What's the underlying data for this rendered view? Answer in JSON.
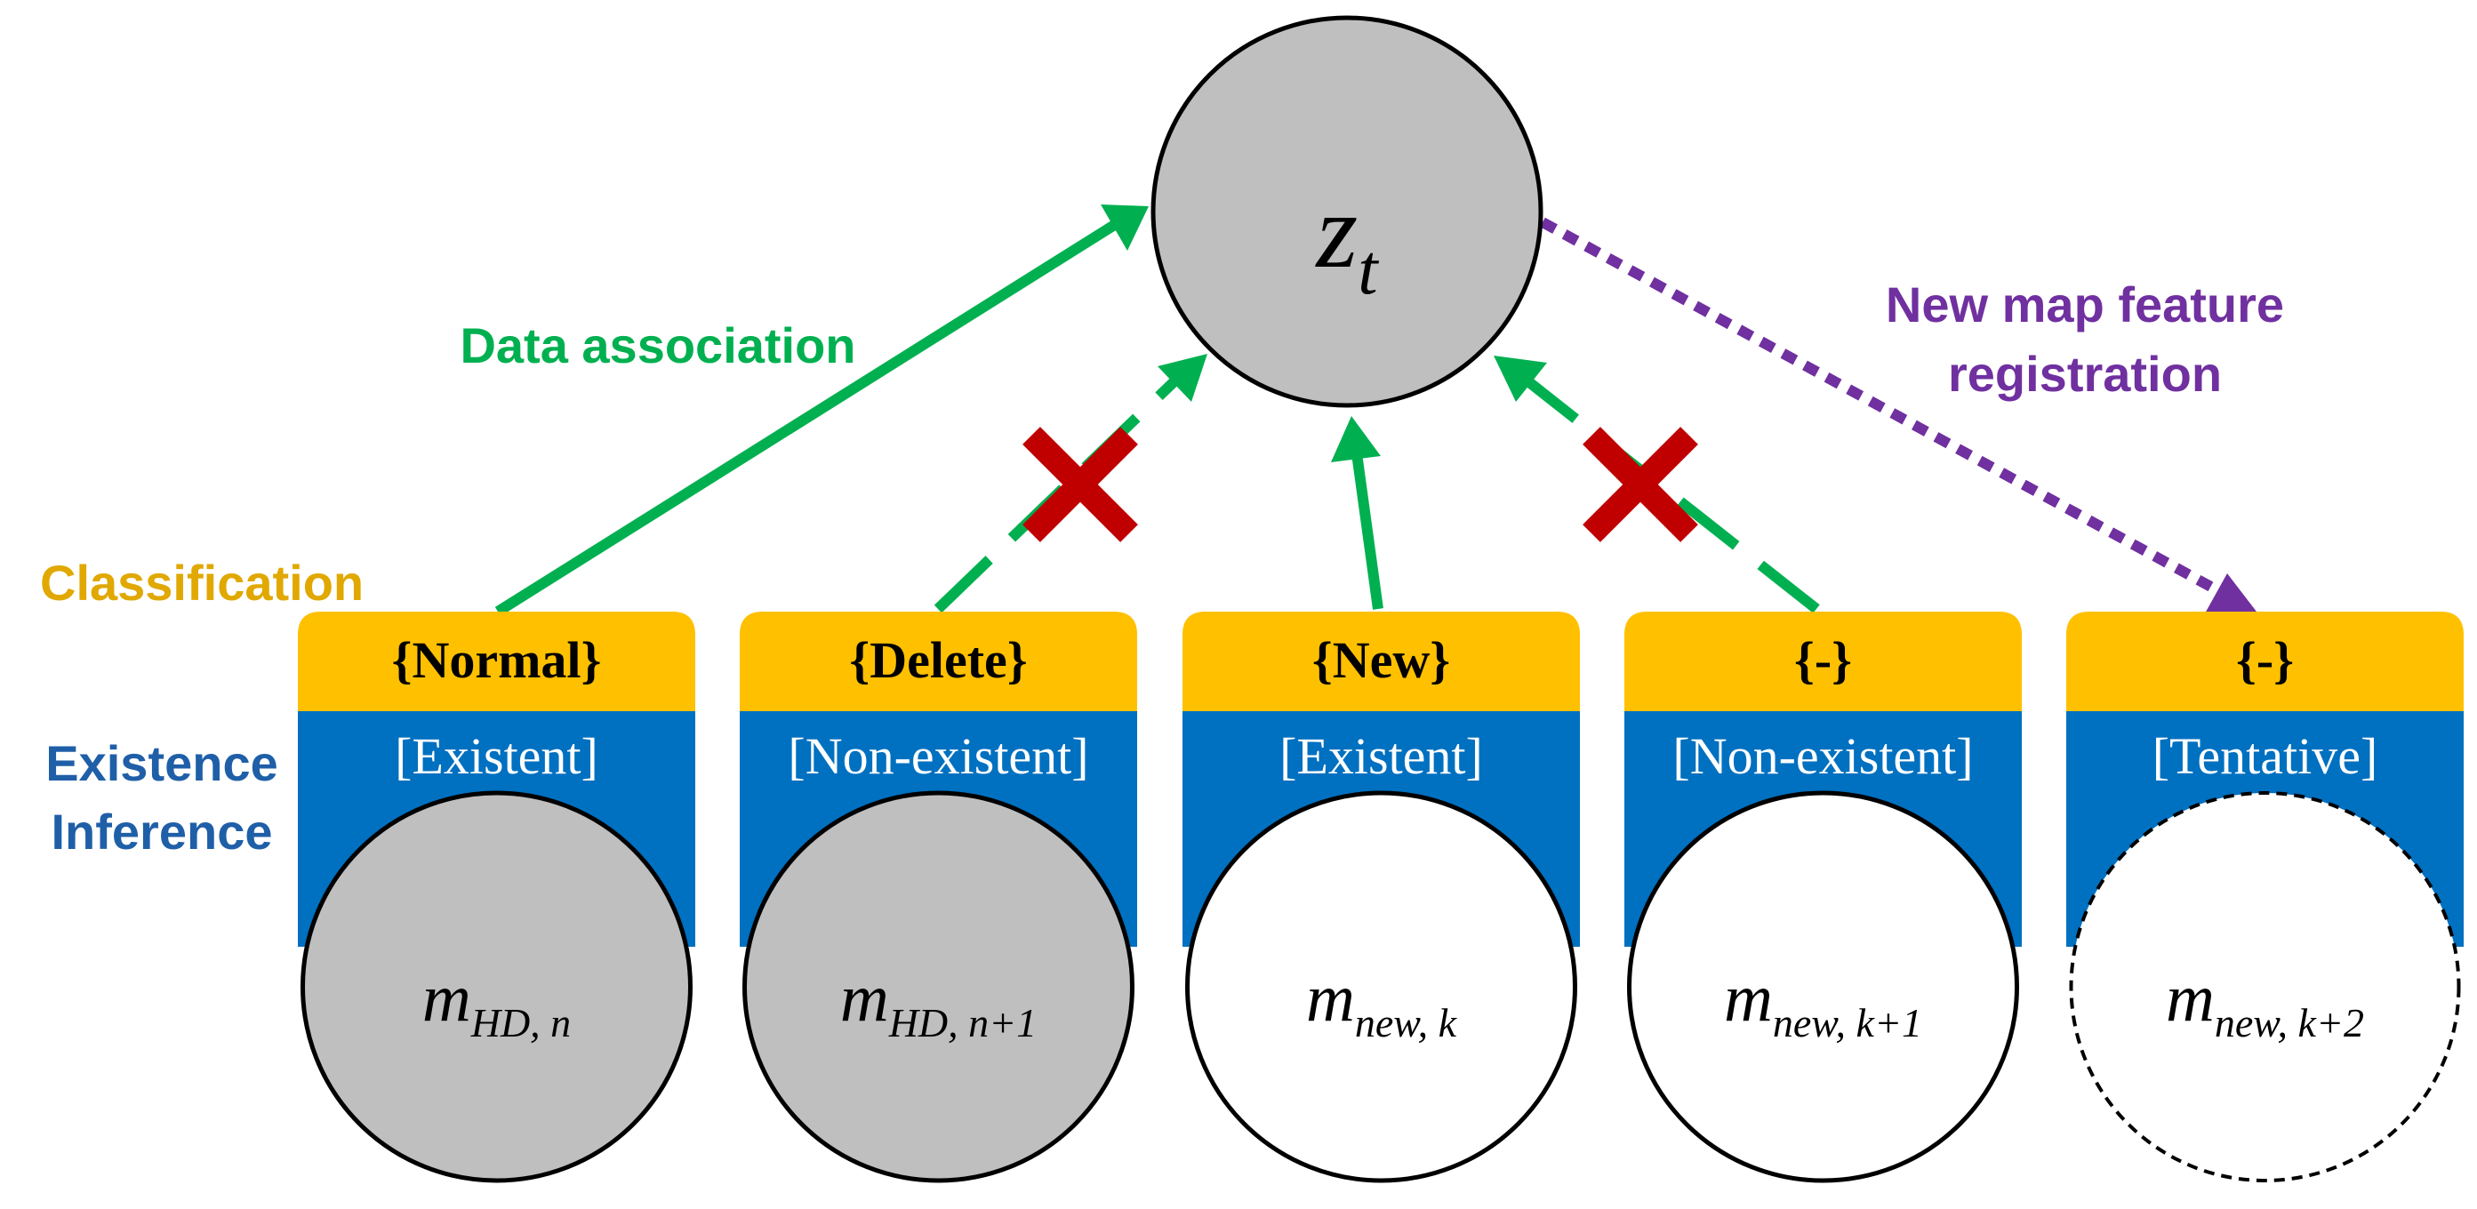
{
  "colors": {
    "green": "#00B050",
    "purple": "#7030A0",
    "gold": "#FFC000",
    "blue": "#0070C0",
    "red": "#C00000",
    "gray": "#BFBFBF",
    "label_gold": "#E0A800",
    "label_blue": "#1F5FA8"
  },
  "observation": {
    "base": "z",
    "sub": "t"
  },
  "annotations": {
    "data_association": "Data association",
    "new_map_feature_line1": "New map feature",
    "new_map_feature_line2": "registration",
    "classification": "Classification",
    "existence_line1": "Existence",
    "existence_line2": "Inference"
  },
  "columns": [
    {
      "classification": "{Normal}",
      "existence": "[Existent]",
      "feature_base": "m",
      "feature_sub": "HD, n",
      "fill": "gray",
      "border": "solid",
      "link": "association"
    },
    {
      "classification": "{Delete}",
      "existence": "[Non-existent]",
      "feature_base": "m",
      "feature_sub": "HD, n+1",
      "fill": "gray",
      "border": "solid",
      "link": "rejected"
    },
    {
      "classification": "{New}",
      "existence": "[Existent]",
      "feature_base": "m",
      "feature_sub": "new, k",
      "fill": "white",
      "border": "solid",
      "link": "association"
    },
    {
      "classification": "{-}",
      "existence": "[Non-existent]",
      "feature_base": "m",
      "feature_sub": "new, k+1",
      "fill": "white",
      "border": "solid",
      "link": "rejected"
    },
    {
      "classification": "{-}",
      "existence": "[Tentative]",
      "feature_base": "m",
      "feature_sub": "new, k+2",
      "fill": "white",
      "border": "dashed",
      "link": "registration"
    }
  ]
}
